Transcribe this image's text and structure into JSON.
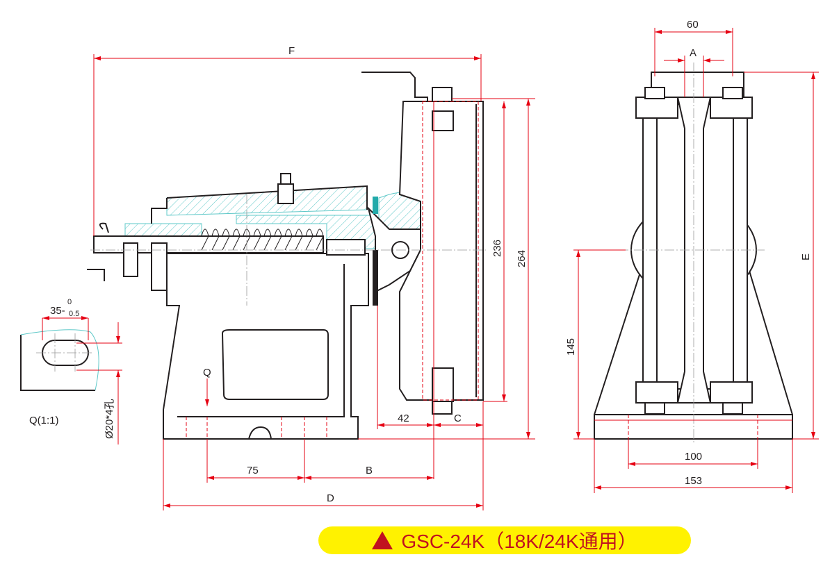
{
  "dimensions": {
    "F": "F",
    "D": "D",
    "B": "B",
    "C": "C",
    "A": "A",
    "E": "E",
    "d60": "60",
    "d236": "236",
    "d264": "264",
    "d145": "145",
    "d42": "42",
    "d75": "75",
    "d100": "100",
    "d153": "153",
    "view_q": "Q"
  },
  "detail": {
    "tolerance_base": "35-",
    "tolerance_upper": "0",
    "tolerance_lower": "0.5",
    "title": "Q(1:1)",
    "hole_note": "Ø20*4孔"
  },
  "banner": {
    "icon": "triangle-icon",
    "title": "GSC-24K（18K/24K通用）",
    "color": "#fff200",
    "text_color": "#c1121f"
  }
}
